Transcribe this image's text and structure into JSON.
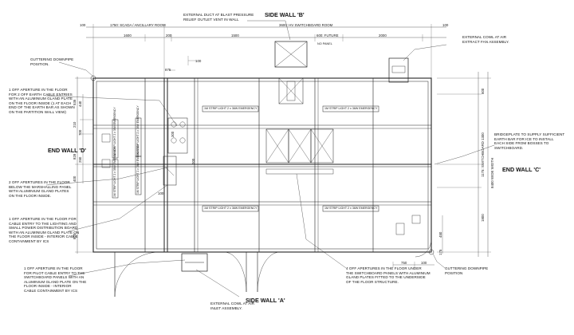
{
  "walls": {
    "side_b": "SIDE WALL 'B'",
    "side_a": "SIDE WALL 'A'",
    "end_d": "END WALL 'D'",
    "end_c": "END WALL 'C'"
  },
  "top_dims": {
    "d100_left": "100",
    "scada": "1750: SCADA / ANCILLARY ROOM",
    "d3600_hv": "3600: HV SWITCHBOARD ROOM",
    "d100_right": "100",
    "d1600": "1600",
    "d200": "200",
    "d1500": "1500",
    "d600_future": "600: FUTURE",
    "no_panel": "NO PANEL",
    "d2000": "2000",
    "d100_sub": "100",
    "d875": "875"
  },
  "right_dims": {
    "overall": "8400 WIDE WIDTH",
    "switchboard": "1175: SWITCHBOARD",
    "d1800": "1800",
    "d600": "600",
    "d1300": "1300",
    "d450": "450",
    "d175": "175"
  },
  "left_dims": {
    "d536": "536",
    "d440": "440",
    "d210": "210",
    "d700": "700",
    "d828": "828",
    "d250": "250",
    "d400": "400",
    "d820": "820"
  },
  "bottom_dims": {
    "d750": "750",
    "d100": "100"
  },
  "inner_dims": {
    "d300": "300",
    "d200": "200",
    "d100": "100"
  },
  "lights": {
    "strip": "1M STRIP LIGHT 2 x 36W EMERGENCY",
    "v_strip": "1M STRIP LIGHT 2 x 36W EMERGENCY"
  },
  "notes": {
    "duct": "EXTERNAL DUCT AT BLAST PRESSURE\nRELIEF OUTLET VENT IN WALL",
    "cowl_extract": "EXTERNAL COWL AT AIR\nEXTRACT FAN ASSEMBLY.",
    "gutter_tl": "GUTTERING DOWNPIPE\nPOSITION.",
    "earth": "1 OFF APERTURE IN THE FLOOR\nFOR 2 OFF EARTH CABLE ENTRIES\nWITH AN ALUMINIUM GLAND PLATE\nON THE FLOOR INSIDE (1 AT EACH\nEND OF THE EARTH BAR AS SHOWN\nON THE PARTITION WALL VIEW)",
    "marshalling": "2 OFF APERTURES IN THE FLOOR\nBELOW THE MARSHALLING PANEL\nWITH ALUMINIUM GLAND PLATES\nON THE FLOOR INSIDE.",
    "cable_entry": "1 OFF APERTURE IN THE FLOOR FOR\nCABLE ENTRY TO THE LIGHTING AND\nSMALL POWER DISTRIBUTION BOARD\nWITH AN ALUMINIUM GLAND PLATE ON\nTHE FLOOR INSIDE - INTERIOR CABLE\nCONTAINMENT BY ICS",
    "pilot": "1 OFF APERTURE IN THE FLOOR\nFOR PILOT CABLE ENTRY TO THE\nSWITCHBOARD PANELS WITH AN\nALUMINIUM GLAND PLATE ON THE\nFLOOR INSIDE - INTERIOR\nCABLE CONTAINMENT BY ICS",
    "bridgeplate": "BRIDGEPLATE TO SUPPLY SUFFICIENT\nEARTH BAR FOR ICE TO INSTALL\nEACH SIDE FROM BOSSES TO\nSWITCHBOARD.",
    "switchboard": "4 OFF APERTURES IN THE FLOOR UNDER\nTHE SWITCHBOARD PANELS WITH ALUMINIUM\nGLAND PLATES FITTED TO THE UNDERSIDE\nOF THE FLOOR STRUCTURE.",
    "gutter_br": "GUTTERING DOWNPIPE\nPOSITION",
    "cowl_inlet": "EXTERNAL COWL AT AIR\nINLET ASSEMBLY."
  }
}
